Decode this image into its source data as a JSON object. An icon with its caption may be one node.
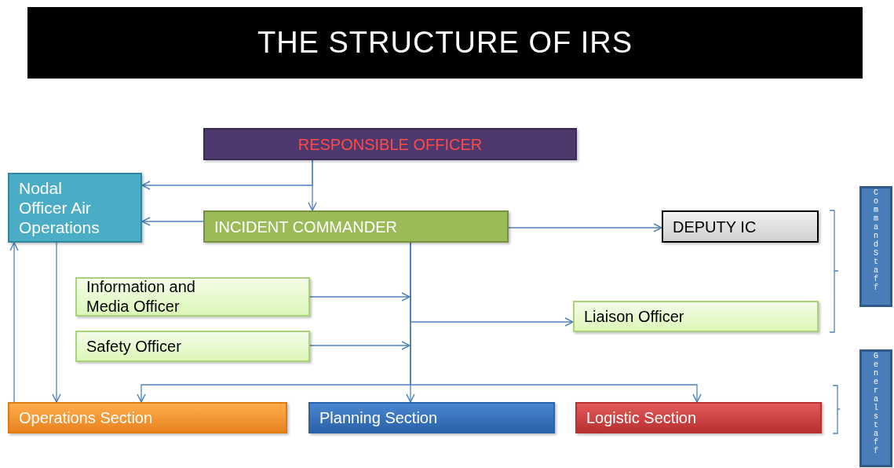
{
  "diagram": {
    "title": "THE STRUCTURE OF IRS",
    "nodes": [
      {
        "text": [
          "RESPONSIBLE OFFICER"
        ]
      },
      {
        "text": [
          "Nodal Officer Air Operations"
        ]
      },
      {
        "text": [
          "INCIDENT COMMANDER"
        ]
      },
      {
        "text": [
          "DEPUTY IC"
        ]
      },
      {
        "text": [
          "Information and Media Officer"
        ]
      },
      {
        "text": [
          "Liaison Officer"
        ]
      },
      {
        "text": [
          "Safety Officer"
        ]
      },
      {
        "text": [
          "Operations Section"
        ]
      },
      {
        "text": [
          "Planning Section"
        ]
      },
      {
        "text": [
          "Logistic Section"
        ]
      },
      {
        "text": [
          "Command Staff"
        ]
      },
      {
        "text": [
          "General staff"
        ]
      }
    ],
    "edges": [
      {
        "from": 0,
        "to": 1,
        "arrow": "to"
      },
      {
        "from": 0,
        "to": 2,
        "arrow": "to"
      },
      {
        "from": 2,
        "to": 1,
        "arrow": "to"
      },
      {
        "from": 2,
        "to": 3,
        "arrow": "to"
      },
      {
        "from": 2,
        "to": 8,
        "arrow": "to"
      },
      {
        "from": 4,
        "to": null,
        "arrow": "to"
      },
      {
        "from": 6,
        "to": null,
        "arrow": "to"
      },
      {
        "from": 2,
        "to": 5,
        "arrow": "to"
      },
      {
        "from": 2,
        "to": 7,
        "arrow": "to"
      },
      {
        "from": 2,
        "to": 9,
        "arrow": "to"
      },
      {
        "from": 1,
        "to": 7,
        "arrow": "to"
      },
      {
        "from": 7,
        "to": 1,
        "arrow": "to"
      }
    ]
  }
}
